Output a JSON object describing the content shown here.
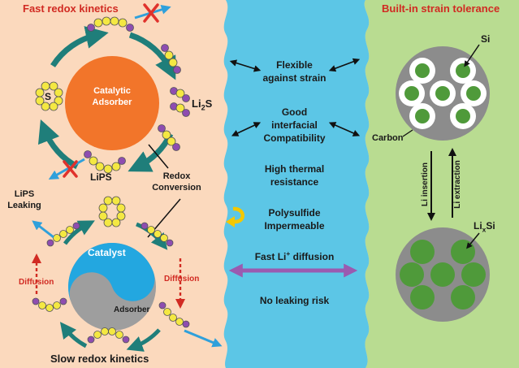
{
  "left_panel": {
    "title": "Fast redox kinetics",
    "bottom_title": "Slow redox kinetics",
    "catalytic_adsorber": [
      "Catalytic",
      "Adsorber"
    ],
    "s_label": "S",
    "li2s_main": "Li",
    "li2s_sub": "2",
    "li2s_tail": "S",
    "lips_label": "LiPS",
    "redox_conversion": [
      "Redox",
      "Conversion"
    ],
    "lips_leaking": [
      "LiPS",
      "Leaking"
    ],
    "catalyst_label": "Catalyst",
    "adsorber_label": "Adsorber",
    "diffusion_left": "Diffusion",
    "diffusion_right": "Diffusion"
  },
  "middle_panel": {
    "features": [
      [
        "Flexible",
        "against strain"
      ],
      [
        "Good",
        "interfacial",
        "Compatibility"
      ],
      [
        "High thermal",
        "resistance"
      ],
      [
        "Polysulfide",
        "Impermeable"
      ],
      [
        "Fast Li",
        "+",
        " diffusion"
      ],
      [
        "No leaking risk"
      ]
    ]
  },
  "right_panel": {
    "title": "Built-in strain tolerance",
    "si_label": "Si",
    "carbon_label": "Carbon",
    "li_insertion": "Li insertion",
    "li_extraction": "Li extraction",
    "lixsi_main": "Li",
    "lixsi_sub": "x",
    "lixsi_tail": "Si"
  },
  "colors": {
    "left_bg": "#fbd9bd",
    "middle_bg": "#5cc6e6",
    "right_bg": "#b9dc91",
    "adsorber_orange": "#f2752a",
    "cycle_teal": "#1f7e7a",
    "sulfur_yellow": "#f4e842",
    "lithium_purple": "#8e4db0",
    "catalyst_blue": "#23a7e0",
    "adsorber_gray": "#9e9e9e",
    "silicon_green": "#4f9a3a",
    "carbon_gray": "#8c8c8c",
    "flux_purple": "#9a5ab0",
    "red_cross": "#e0322c",
    "diffusion_red": "#d12a22",
    "outer_arrow_blue": "#2fa0db",
    "text_red": "#d12a22"
  },
  "icons": [
    "red-cross-icon",
    "double-arrow-icon",
    "curved-arrow-icon",
    "purple-double-arrow-icon"
  ]
}
